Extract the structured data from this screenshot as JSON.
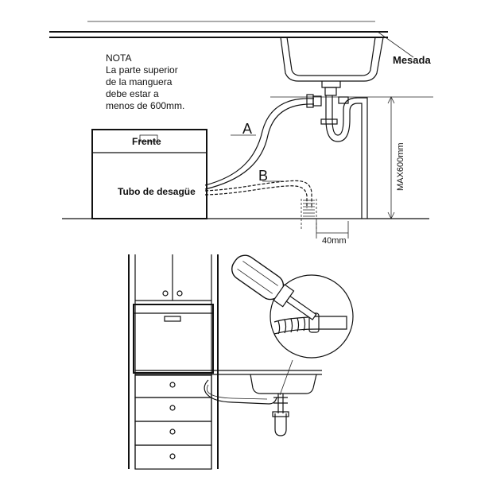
{
  "note": {
    "heading": "NOTA",
    "line1": "La parte superior",
    "line2": "de la manguera",
    "line3": "debe estar a",
    "line4": "menos de 600mm."
  },
  "labels": {
    "countertop": "Mesada",
    "front": "Frente",
    "drain_hose": "Tubo de desagüe",
    "route_a": "A",
    "route_b": "B",
    "max_height": "MAX600mm",
    "distance": "40mm"
  }
}
